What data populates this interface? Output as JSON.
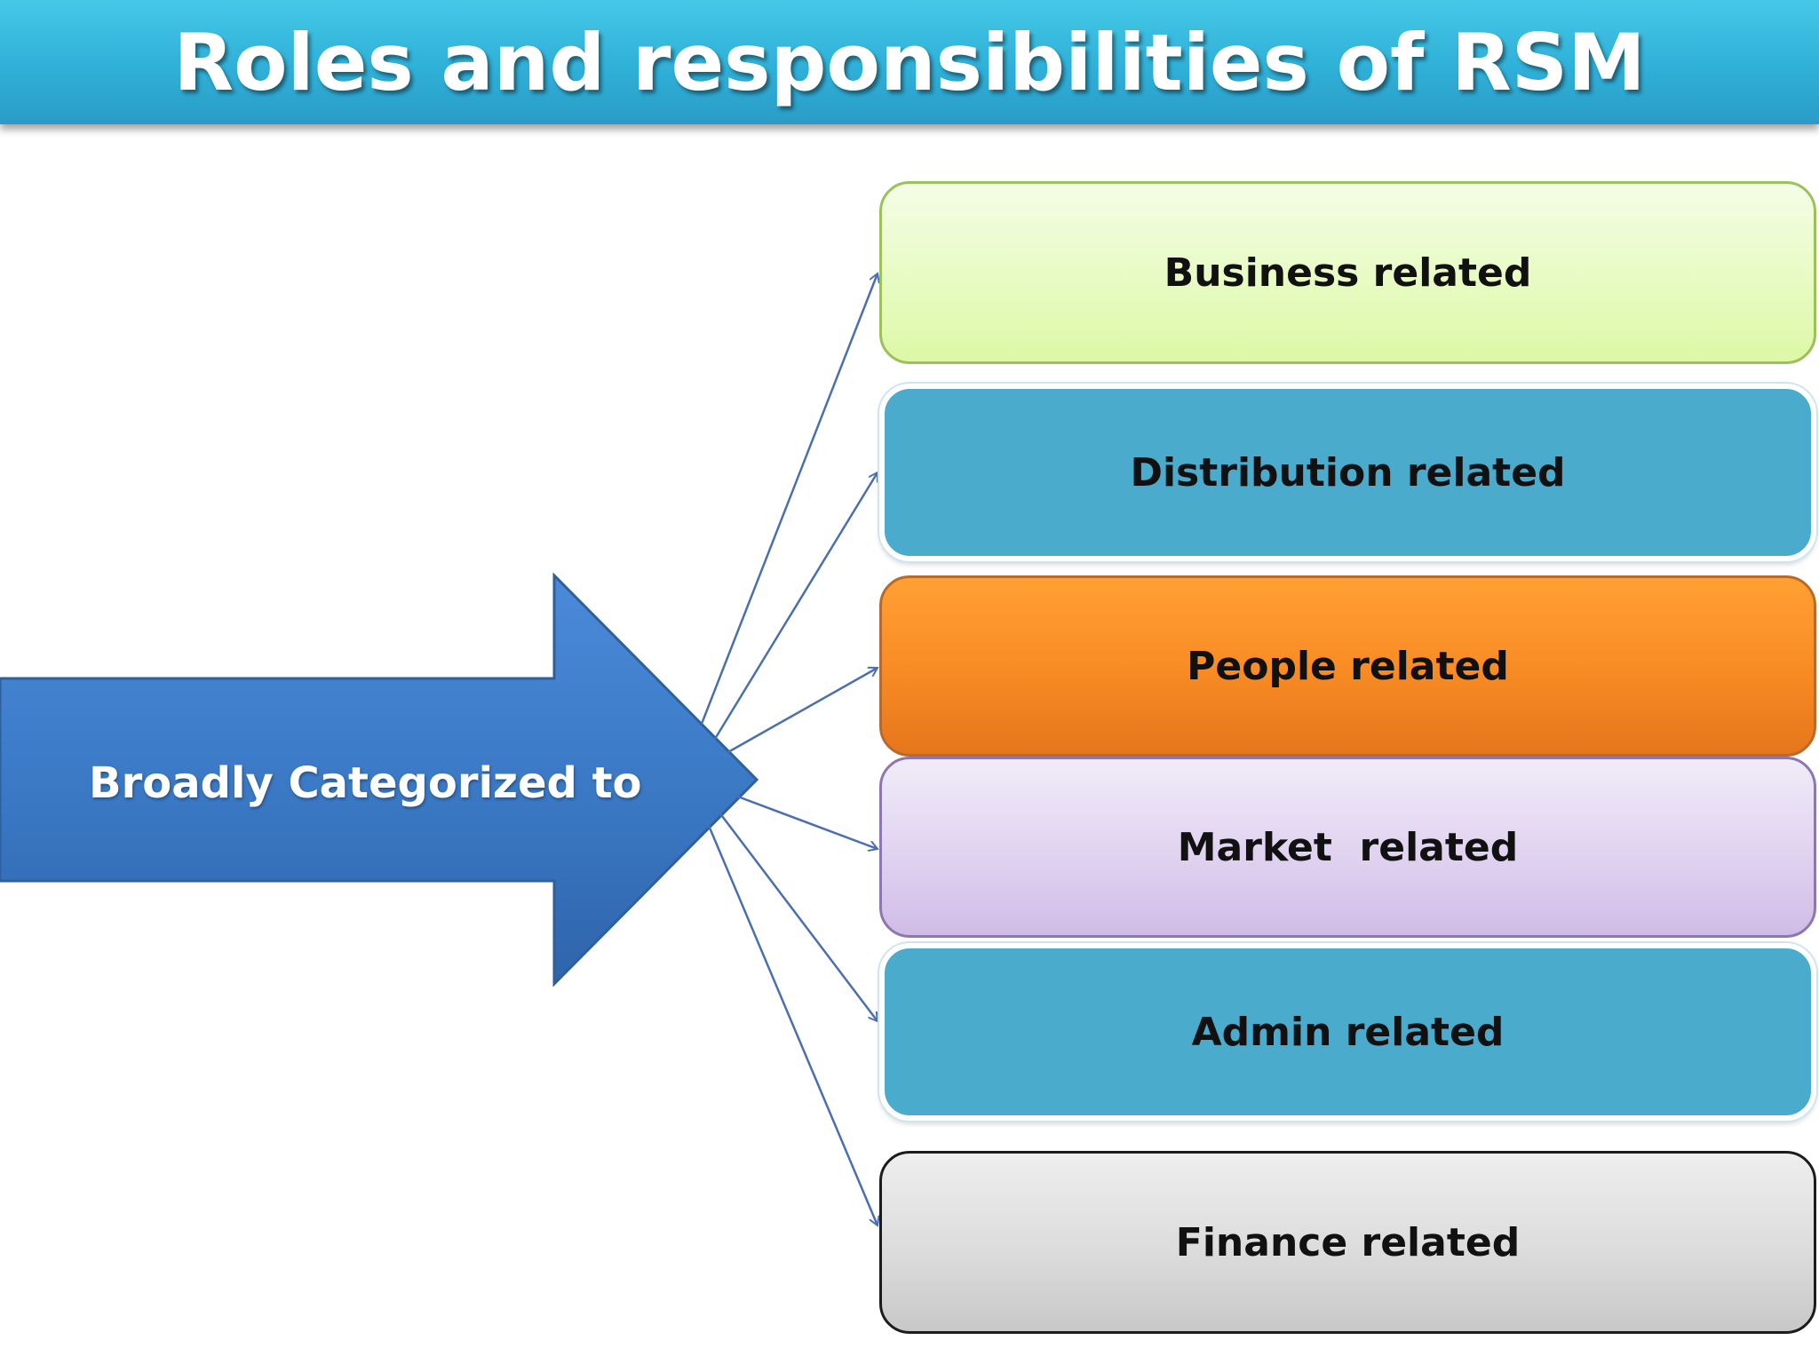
{
  "slide": {
    "title": "Roles and responsibilities of RSM"
  },
  "diagram": {
    "source_label": "Broadly Categorized to",
    "categories": [
      {
        "id": "business",
        "label": "Business related"
      },
      {
        "id": "distribution",
        "label": "Distribution related"
      },
      {
        "id": "people",
        "label": "People related"
      },
      {
        "id": "market",
        "label": "Market  related"
      },
      {
        "id": "admin",
        "label": "Admin related"
      },
      {
        "id": "finance",
        "label": "Finance related"
      }
    ]
  },
  "colors": {
    "title_bar": "#2fb0d8",
    "big_arrow": "#3a78c4",
    "connector": "#4a6fb0",
    "business": "#e6fbbf",
    "distribution": "#4aabcc",
    "people": "#f88a24",
    "market": "#e0d2f0",
    "admin": "#4aabcc",
    "finance": "#dcdcdc"
  }
}
